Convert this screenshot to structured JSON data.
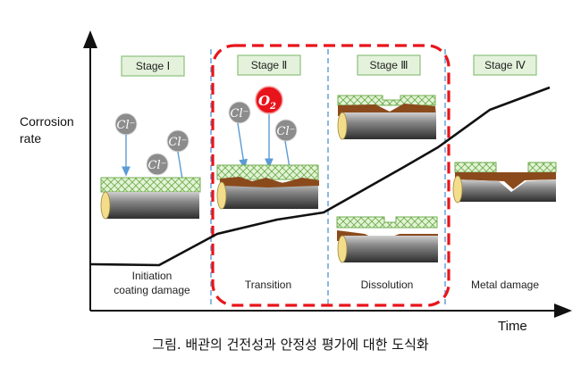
{
  "axes": {
    "y_label_line1": "Corrosion",
    "y_label_line2": "rate",
    "x_label": "Time"
  },
  "stages": [
    {
      "label": "Stage Ⅰ",
      "phase_line1": "Initiation",
      "phase_line2": "coating damage"
    },
    {
      "label": "Stage Ⅱ",
      "phase_line1": "Transition",
      "phase_line2": ""
    },
    {
      "label": "Stage Ⅲ",
      "phase_line1": "Dissolution",
      "phase_line2": ""
    },
    {
      "label": "Stage Ⅳ",
      "phase_line1": "Metal damage",
      "phase_line2": ""
    }
  ],
  "ions": {
    "chloride": "Cl⁻",
    "oxygen_main": "O",
    "oxygen_sub": "2"
  },
  "caption": "그림. 배관의 건전성과 안정성 평가에 대한 도식화",
  "colors": {
    "stage_box_fill": "#e4f2dc",
    "stage_box_stroke": "#8dc07a",
    "divider": "#5b9bd5",
    "highlight": "#e8141b",
    "arrow": "#5b9bd5",
    "ion_fill": "#8c8c8c",
    "oxygen_fill": "#e8141b",
    "coating_fill": "#ddf0cf",
    "coating_stroke": "#6fae4f",
    "rust": "#8b4a1c",
    "pipe_dark": "#3a3a3a",
    "pipe_end": "#f3dc8a"
  }
}
